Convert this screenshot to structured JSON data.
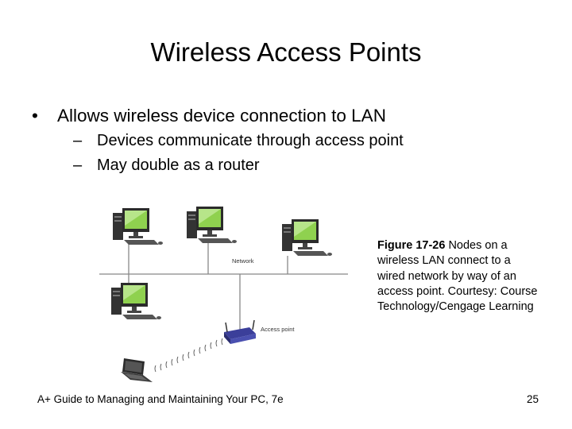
{
  "slide": {
    "title": "Wireless Access Points",
    "bullets": [
      {
        "text": "Allows wireless device connection to LAN",
        "sub": [
          "Devices communicate through access point",
          "May double as a router"
        ]
      }
    ]
  },
  "figure": {
    "network_label": "Network",
    "access_point_label": "Access point",
    "caption_ref": "Figure 17-26",
    "caption_text": " Nodes on a wireless LAN connect to a wired network by way of an access point. Courtesy: Course Technology/Cengage Learning"
  },
  "footer": {
    "book": "A+ Guide to Managing and Maintaining Your PC, 7e",
    "page": "25"
  },
  "colors": {
    "screen": "#8fd14f",
    "case": "#3a3a3a",
    "router": "#3b3f9a"
  }
}
